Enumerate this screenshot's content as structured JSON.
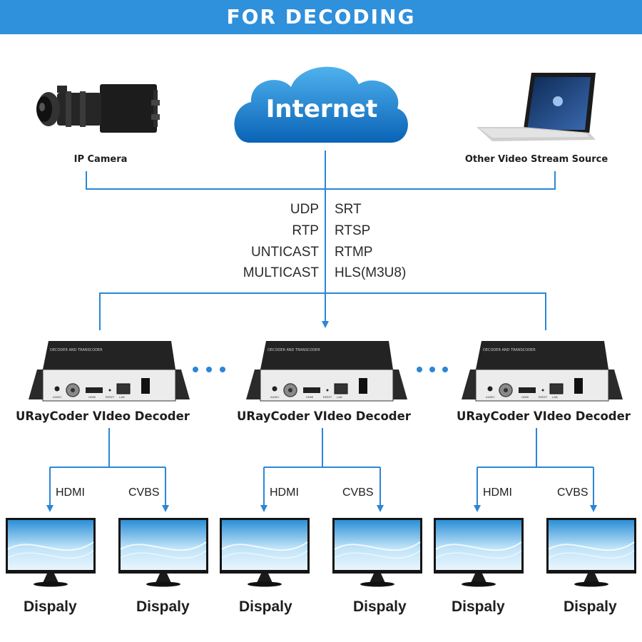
{
  "header": {
    "title": "FOR DECODING"
  },
  "cloud": {
    "label": "Internet"
  },
  "sources": {
    "left": "IP Camera",
    "right": "Other Video Stream Source"
  },
  "protocols": {
    "left": [
      "UDP",
      "RTP",
      "UNTICAST",
      "MULTICAST"
    ],
    "right": [
      "SRT",
      "RTSP",
      "RTMP",
      "HLS(M3U8)"
    ]
  },
  "decoders": [
    {
      "label": "URayCoder VIdeo Decoder",
      "panel_title": "DECODER AND TRANSCODER"
    },
    {
      "label": "URayCoder VIdeo Decoder",
      "panel_title": "DECODER AND TRANSCODER"
    },
    {
      "label": "URayCoder VIdeo Decoder",
      "panel_title": "DECODER AND TRANSCODER"
    }
  ],
  "port_labels": {
    "audio": "AUDIO",
    "hdmi": "HDMI",
    "reset": "RESET",
    "lan": "LAN"
  },
  "outputs": {
    "left": "HDMI",
    "right": "CVBS"
  },
  "display_label": "Dispaly",
  "colors": {
    "banner": "#2f90db",
    "lines": "#2b86d6",
    "cloud": "#1a86d4"
  }
}
